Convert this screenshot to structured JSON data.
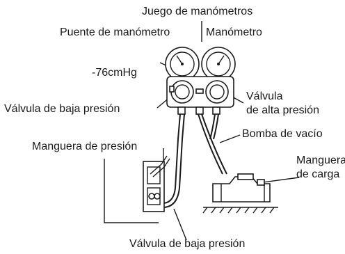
{
  "labels": {
    "gauge_set": "Juego de manómetros",
    "gauge_bridge": "Puente de manómetro",
    "gauge": "Manómetro",
    "vacuum_reading": "-76cmHg",
    "low_valve_top": "Válvula de baja presión",
    "high_valve_line1": "Válvula",
    "high_valve_line2": "de alta presión",
    "vacuum_pump": "Bomba de vacío",
    "pressure_hose": "Manguera de presión",
    "charge_hose_line1": "Manguera",
    "charge_hose_line2": "de carga",
    "low_valve_bottom": "Válvula de baja presión"
  }
}
